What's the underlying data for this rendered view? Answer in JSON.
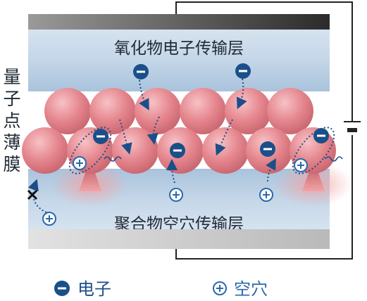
{
  "labels": {
    "oxide_layer": "氧化物电子传输层",
    "polymer_layer": "聚合物空穴传输层",
    "qd_film": [
      "量",
      "子",
      "点",
      "薄",
      "膜"
    ]
  },
  "legend": {
    "electron": "电子",
    "hole": "空穴"
  },
  "icons": {
    "electron": "minus-circle-icon",
    "hole": "plus-circle-icon",
    "battery": "battery-icon",
    "blocked": "cross-mark-icon"
  },
  "colors": {
    "electron": "#1b4f8a",
    "hole": "#2a68ad",
    "quantum_dot": "#e4848c",
    "layer": "#c8d8e8",
    "emission": "#f3b1b1"
  }
}
